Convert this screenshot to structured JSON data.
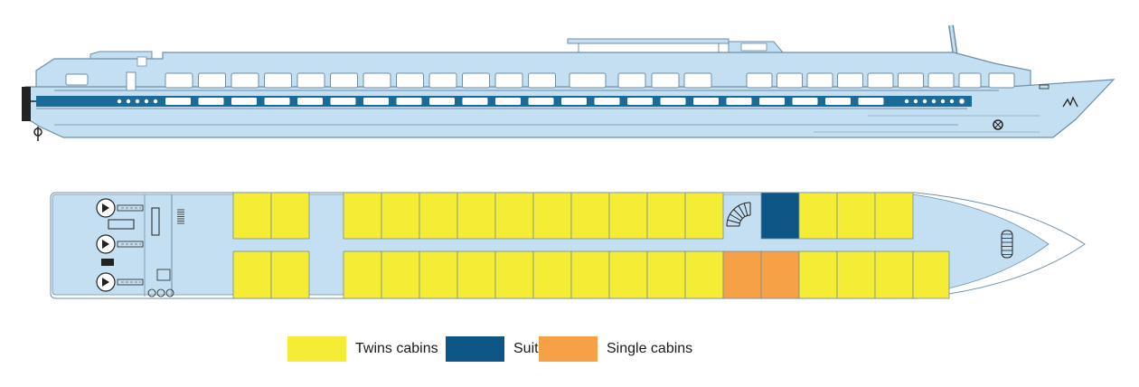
{
  "colors": {
    "hull": "#c4dff1",
    "outline": "#6e8fa6",
    "dark": "#222222",
    "accent": "#1a6a9a",
    "twin": "#f5ec35",
    "suite": "#0d5585",
    "single": "#f7a146"
  },
  "deck": {
    "top_row_types": [
      "twin",
      "twin",
      "corridor",
      "twin",
      "twin",
      "twin",
      "twin",
      "twin",
      "twin",
      "twin",
      "twin",
      "twin",
      "twin",
      "stair",
      "suite",
      "twin",
      "twin",
      "twin"
    ],
    "bottom_row_types": [
      "twin",
      "twin",
      "corridor",
      "twin",
      "twin",
      "twin",
      "twin",
      "twin",
      "twin",
      "twin",
      "twin",
      "twin",
      "twin",
      "single",
      "single",
      "twin",
      "twin",
      "twin",
      "twin"
    ]
  },
  "legend": {
    "items": [
      {
        "key": "twin",
        "label": "Twins cabins",
        "color": "#f5ec35"
      },
      {
        "key": "suite",
        "label": "Suites",
        "color": "#0d5585"
      },
      {
        "key": "single",
        "label": "Single cabins",
        "color": "#f7a146"
      }
    ]
  }
}
